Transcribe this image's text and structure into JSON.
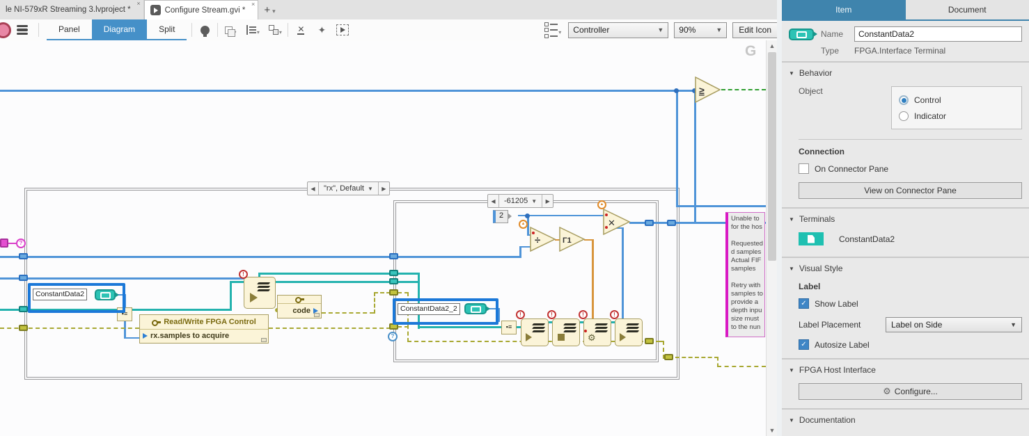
{
  "glyphs": {
    "close": "×",
    "plus": "+",
    "caret": "▾",
    "down": "▼",
    "left": "◀",
    "right": "▶",
    "play": "▶",
    "gte": "≥",
    "divide": "÷",
    "multiply": "✕",
    "round": "Γ1",
    "question": "?",
    "bang": "!",
    "warn": "▲",
    "gear": "⚙",
    "sparkle": "✦",
    "cut": "✕",
    "check": "✓",
    "write": "▪≡",
    "stop": "■",
    "up": "▲"
  },
  "tab_bar": {
    "project_tab": "le NI-579xR Streaming 3.lvproject *",
    "gvi_tab": "Configure Stream.gvi *"
  },
  "toolbar": {
    "panel": "Panel",
    "diagram": "Diagram",
    "split": "Split",
    "target": "Controller",
    "zoom": "90%",
    "edit_icon": "Edit Icon"
  },
  "canvas": {
    "watermark": "G",
    "outer_selector": "\"rx\", Default",
    "inner_selector": "-61205",
    "const2": "2",
    "constant_data2": "ConstantData2",
    "constant_data2_2": "ConstantData2_2",
    "rw_header": "Read/Write FPGA Control",
    "rw_row": "rx.samples to acquire",
    "code_label": "code",
    "comment_text": "Unable to\nfor the hos\n\nRequested\nd samples\nActual FIF\nsamples\n\nRetry with\nsamples to\nprovide a\ndepth inpu\nsize must\nto the nun"
  },
  "inspector": {
    "tab_item": "Item",
    "tab_document": "Document",
    "name_label": "Name",
    "name_value": "ConstantData2",
    "type_label": "Type",
    "type_value": "FPGA.Interface Terminal",
    "behavior_title": "Behavior",
    "object_label": "Object",
    "radio_control": "Control",
    "radio_indicator": "Indicator",
    "connection_title": "Connection",
    "on_connector_pane": "On Connector Pane",
    "view_button": "View on Connector Pane",
    "terminals_title": "Terminals",
    "terminal_name": "ConstantData2",
    "visual_title": "Visual Style",
    "label_title": "Label",
    "show_label": "Show Label",
    "label_placement": "Label Placement",
    "placement_value": "Label on Side",
    "autosize_label": "Autosize Label",
    "fpga_title": "FPGA Host Interface",
    "configure": "Configure...",
    "doc_title": "Documentation"
  }
}
